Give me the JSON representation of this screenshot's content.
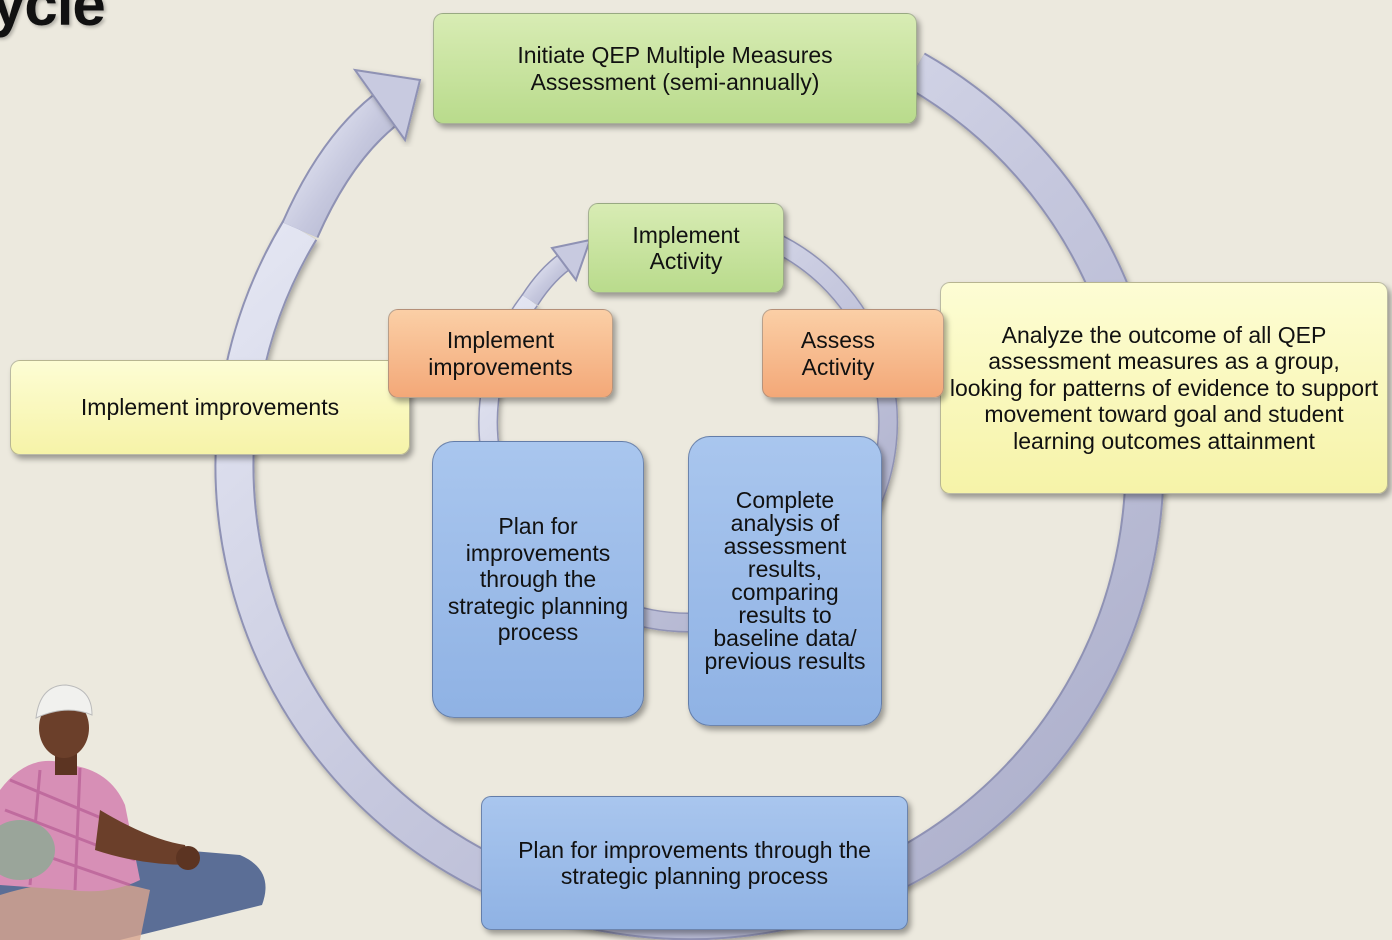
{
  "title": "ycle",
  "outer_cycle": {
    "top": "Initiate QEP Multiple Measures Assessment (semi-annually)",
    "right": "Analyze the  outcome of all QEP assessment measures as a group, looking for patterns of evidence to support movement toward goal and student learning outcomes attainment",
    "bottom": "Plan for improvements through the strategic planning process",
    "left": "Implement improvements"
  },
  "inner_cycle": {
    "top": "Implement Activity",
    "right": "Assess Activity",
    "lower_right": "Complete analysis of assessment results, comparing results to baseline data/ previous results",
    "lower_left": "Plan for improvements through the strategic planning process",
    "left": "Implement improvements"
  },
  "colors": {
    "background": "#ece9de",
    "ring": "#c3c5dc",
    "green": "#c6e3a1",
    "yellow": "#fbf9c0",
    "orange": "#f7bb8d",
    "blue": "#9cbbe9"
  }
}
